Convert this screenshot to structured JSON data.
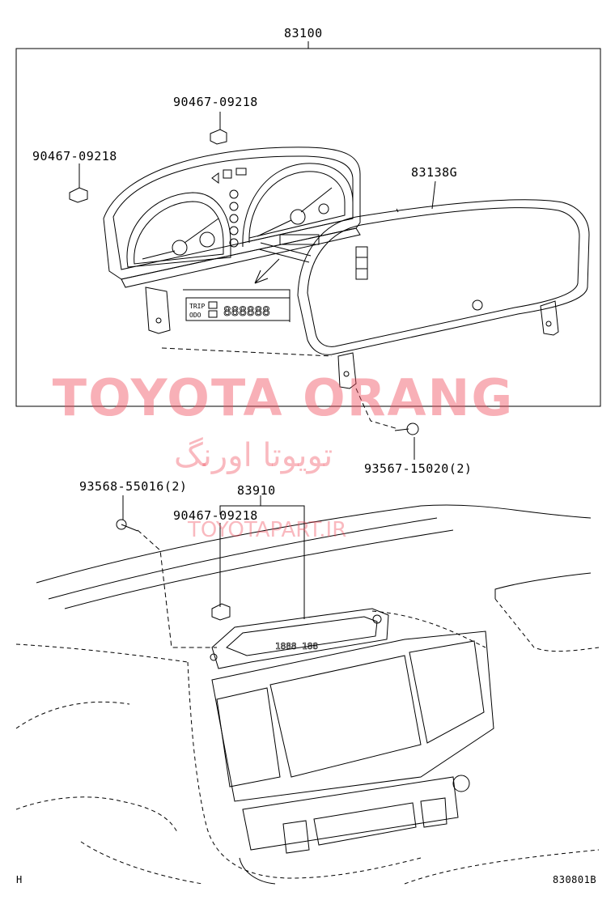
{
  "parts": {
    "assembly_main": "83100",
    "clip_upper": "90467-09218",
    "clip_left": "90467-09218",
    "glass": "83138G",
    "screw_right": "93567-15020(2)",
    "screw_left": "93568-55016(2)",
    "clock_assembly": "83910",
    "clip_lower": "90467-09218"
  },
  "footer": {
    "left_code": "H",
    "right_code": "830801B"
  },
  "watermark": {
    "brand": "TOYOTA ORANG",
    "persian": "تویوتا اورنگ",
    "url": "TOYOTAPART.IR"
  },
  "colors": {
    "line": "#000000",
    "watermark": "#f0505f"
  },
  "icons": [
    "meter-cluster-illustration",
    "cluster-glass-illustration",
    "clip-icon",
    "screw-icon",
    "clock-display-illustration",
    "dashboard-illustration"
  ]
}
